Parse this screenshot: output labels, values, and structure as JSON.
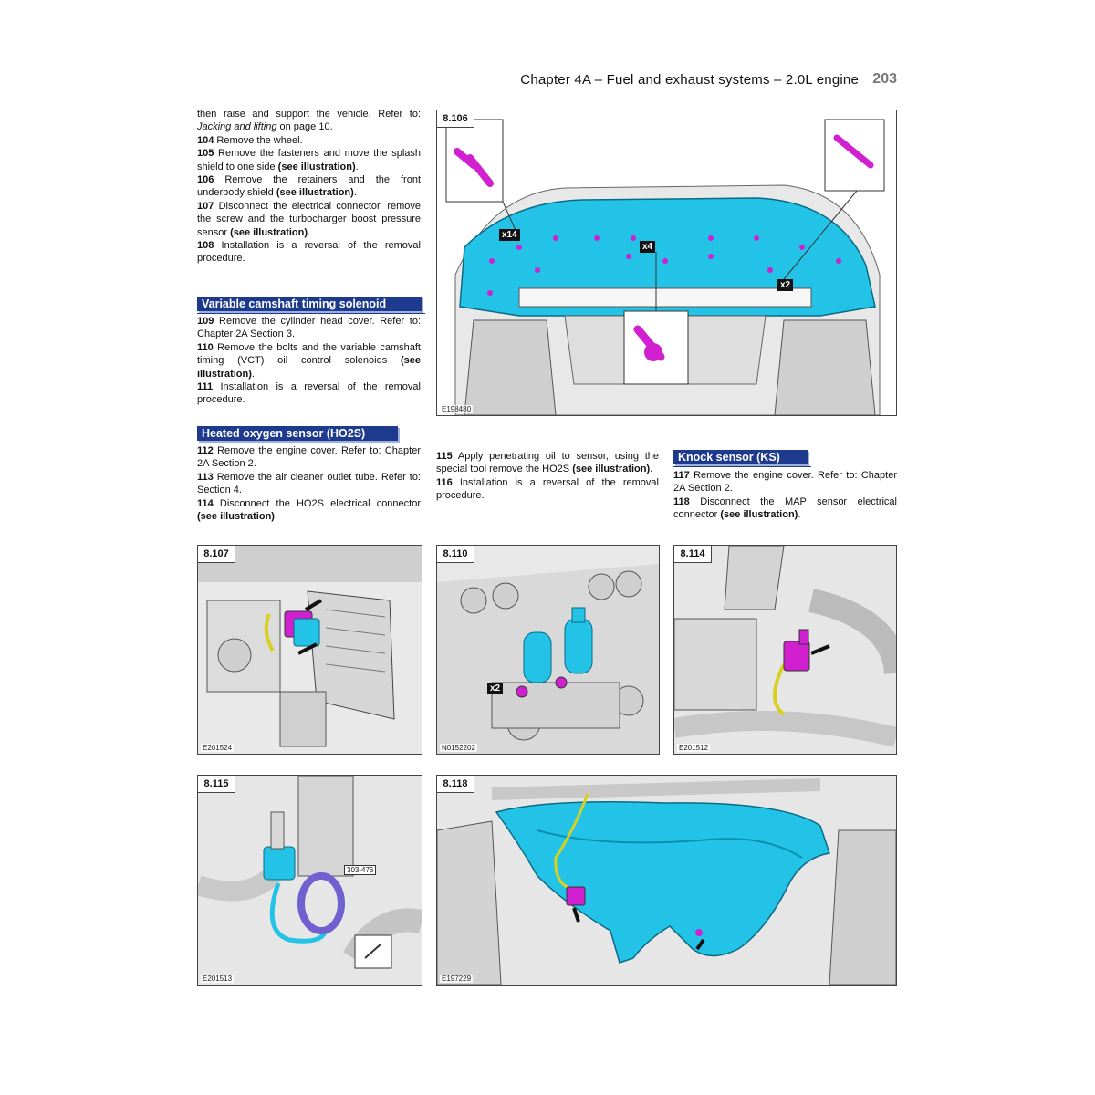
{
  "header": {
    "title": "Chapter 4A – Fuel and exhaust systems – 2.0L engine",
    "page_number": "203"
  },
  "col1_top": [
    {
      "t": "then raise and support the vehicle. Refer to: "
    },
    {
      "t": "Jacking and lifting",
      "i": true
    },
    {
      "t": " on page 10."
    },
    {
      "br": true
    },
    {
      "t": "104",
      "b": true
    },
    {
      "t": " Remove the wheel."
    },
    {
      "br": true
    },
    {
      "t": "105",
      "b": true
    },
    {
      "t": " Remove the fasteners and move the splash shield to one side "
    },
    {
      "t": "(see illustration)",
      "b": true
    },
    {
      "t": "."
    },
    {
      "br": true
    },
    {
      "t": "106",
      "b": true
    },
    {
      "t": " Remove the retainers and the front underbody shield "
    },
    {
      "t": "(see illustration)",
      "b": true
    },
    {
      "t": "."
    },
    {
      "br": true
    },
    {
      "t": "107",
      "b": true
    },
    {
      "t": " Disconnect the electrical connector, remove the screw and the turbocharger boost pressure sensor "
    },
    {
      "t": "(see illustration)",
      "b": true
    },
    {
      "t": "."
    },
    {
      "br": true
    },
    {
      "t": "108",
      "b": true
    },
    {
      "t": " Installation is a reversal of the removal procedure."
    }
  ],
  "heading_vct": "Variable camshaft timing solenoid",
  "col1_vct": [
    {
      "t": "109",
      "b": true
    },
    {
      "t": " Remove the cylinder head cover. Refer to: Chapter 2A Section 3."
    },
    {
      "br": true
    },
    {
      "t": "110",
      "b": true
    },
    {
      "t": " Remove the bolts and the variable camshaft timing (VCT) oil control solenoids "
    },
    {
      "t": "(see illustration)",
      "b": true
    },
    {
      "t": "."
    },
    {
      "br": true
    },
    {
      "t": "111",
      "b": true
    },
    {
      "t": " Installation is a reversal of the removal procedure."
    }
  ],
  "heading_ho2s": "Heated oxygen sensor (HO2S)",
  "col1_ho2s": [
    {
      "t": "112",
      "b": true
    },
    {
      "t": " Remove the engine cover. Refer to: Chapter 2A Section 2."
    },
    {
      "br": true
    },
    {
      "t": "113",
      "b": true
    },
    {
      "t": " Remove the air cleaner outlet tube. Refer to: Section 4."
    },
    {
      "br": true
    },
    {
      "t": "114",
      "b": true
    },
    {
      "t": " Disconnect the HO2S electrical connector "
    },
    {
      "t": "(see illustration)",
      "b": true
    },
    {
      "t": "."
    }
  ],
  "col2_text": [
    {
      "t": "115",
      "b": true
    },
    {
      "t": " Apply penetrating oil to sensor, using the special tool remove the HO2S "
    },
    {
      "t": "(see illustration)",
      "b": true
    },
    {
      "t": "."
    },
    {
      "br": true
    },
    {
      "t": "116",
      "b": true
    },
    {
      "t": " Installation is a reversal of the removal procedure."
    }
  ],
  "heading_ks": "Knock sensor (KS)",
  "col3_text": [
    {
      "t": "117",
      "b": true
    },
    {
      "t": " Remove the engine cover. Refer to: Chapter 2A Section 2."
    },
    {
      "br": true
    },
    {
      "t": "118",
      "b": true
    },
    {
      "t": " Disconnect the MAP sensor electrical connector "
    },
    {
      "t": "(see illustration)",
      "b": true
    },
    {
      "t": "."
    }
  ],
  "figures": {
    "f106": {
      "label": "8.106",
      "code": "E198480",
      "m1": "x14",
      "m2": "x4",
      "m3": "x2"
    },
    "f107": {
      "label": "8.107",
      "code": "E201524"
    },
    "f110": {
      "label": "8.110",
      "code": "N0152202",
      "m1": "x2"
    },
    "f114": {
      "label": "8.114",
      "code": "E201512"
    },
    "f115": {
      "label": "8.115",
      "code": "E201513",
      "tool": "303-476"
    },
    "f118": {
      "label": "8.118",
      "code": "E197229"
    }
  },
  "colors": {
    "heading_bg": "#1e3a8f",
    "highlight_cyan": "#22c3e6",
    "highlight_magenta": "#d020d0",
    "wire_yellow": "#d8d020"
  }
}
